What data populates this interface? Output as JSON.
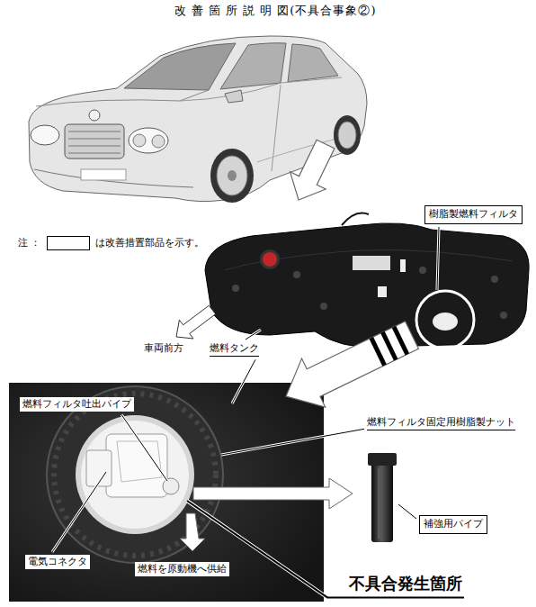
{
  "diagram": {
    "title": "改 善 箇 所 説 明 図(不具合事象②)",
    "nodes": [
      {
        "text": [
          "樹脂製燃料フィルタ"
        ]
      },
      {
        "text": [
          "補強用パイプ"
        ]
      }
    ],
    "labels": [
      "注 ：",
      "は改善措置部品を示す。",
      "車両前方",
      "燃料タンク",
      "燃料フィルタ吐出パイプ",
      "燃料フィルタ固定用樹脂製ナット",
      "電気コネクタ",
      "燃料を原動機へ供給",
      "不具合発生箇所"
    ]
  }
}
